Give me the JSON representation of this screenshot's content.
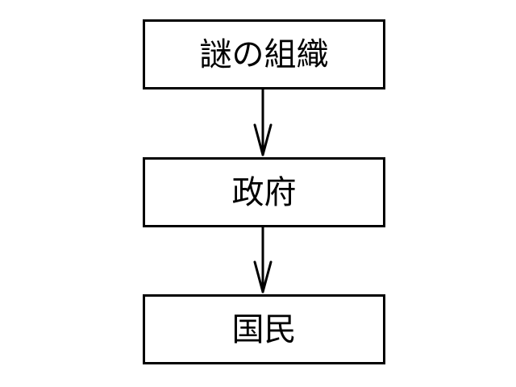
{
  "diagram": {
    "nodes": [
      {
        "id": "n0",
        "label": "謎の組織"
      },
      {
        "id": "n1",
        "label": "政府"
      },
      {
        "id": "n2",
        "label": "国民"
      }
    ],
    "edges": [
      {
        "from": "n0",
        "to": "n1"
      },
      {
        "from": "n1",
        "to": "n2"
      }
    ],
    "colors": {
      "stroke": "#000000",
      "background": "#ffffff"
    }
  }
}
